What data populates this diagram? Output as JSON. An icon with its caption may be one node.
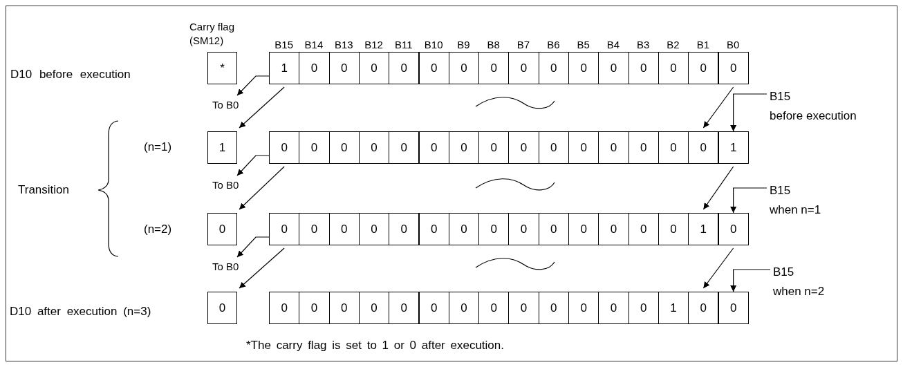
{
  "diagram": {
    "caption": "*The carry flag is set to 1 or 0 after execution.",
    "nodes": [
      {
        "text": [
          "*"
        ]
      },
      {
        "text": [
          "1"
        ]
      },
      {
        "text": [
          "0"
        ]
      },
      {
        "text": [
          "0"
        ]
      },
      {
        "text": [
          "0"
        ]
      },
      {
        "text": [
          "0"
        ]
      },
      {
        "text": [
          "0"
        ]
      },
      {
        "text": [
          "0"
        ]
      },
      {
        "text": [
          "0"
        ]
      },
      {
        "text": [
          "0"
        ]
      },
      {
        "text": [
          "0"
        ]
      },
      {
        "text": [
          "0"
        ]
      },
      {
        "text": [
          "0"
        ]
      },
      {
        "text": [
          "0"
        ]
      },
      {
        "text": [
          "0"
        ]
      },
      {
        "text": [
          "0"
        ]
      },
      {
        "text": [
          "0"
        ]
      },
      {
        "text": [
          "1"
        ]
      },
      {
        "text": [
          "0"
        ]
      },
      {
        "text": [
          "0"
        ]
      },
      {
        "text": [
          "0"
        ]
      },
      {
        "text": [
          "0"
        ]
      },
      {
        "text": [
          "0"
        ]
      },
      {
        "text": [
          "0"
        ]
      },
      {
        "text": [
          "0"
        ]
      },
      {
        "text": [
          "0"
        ]
      },
      {
        "text": [
          "0"
        ]
      },
      {
        "text": [
          "0"
        ]
      },
      {
        "text": [
          "0"
        ]
      },
      {
        "text": [
          "0"
        ]
      },
      {
        "text": [
          "0"
        ]
      },
      {
        "text": [
          "0"
        ]
      },
      {
        "text": [
          "0"
        ]
      },
      {
        "text": [
          "1"
        ]
      },
      {
        "text": [
          "0"
        ]
      },
      {
        "text": [
          "0"
        ]
      },
      {
        "text": [
          "0"
        ]
      },
      {
        "text": [
          "0"
        ]
      },
      {
        "text": [
          "0"
        ]
      },
      {
        "text": [
          "0"
        ]
      },
      {
        "text": [
          "0"
        ]
      },
      {
        "text": [
          "0"
        ]
      },
      {
        "text": [
          "0"
        ]
      },
      {
        "text": [
          "0"
        ]
      },
      {
        "text": [
          "0"
        ]
      },
      {
        "text": [
          "0"
        ]
      },
      {
        "text": [
          "0"
        ]
      },
      {
        "text": [
          "0"
        ]
      },
      {
        "text": [
          "0"
        ]
      },
      {
        "text": [
          "1"
        ]
      },
      {
        "text": [
          "0"
        ]
      },
      {
        "text": [
          "0"
        ]
      },
      {
        "text": [
          "0"
        ]
      },
      {
        "text": [
          "0"
        ]
      },
      {
        "text": [
          "0"
        ]
      },
      {
        "text": [
          "0"
        ]
      },
      {
        "text": [
          "0"
        ]
      },
      {
        "text": [
          "0"
        ]
      },
      {
        "text": [
          "0"
        ]
      },
      {
        "text": [
          "0"
        ]
      },
      {
        "text": [
          "0"
        ]
      },
      {
        "text": [
          "0"
        ]
      },
      {
        "text": [
          "0"
        ]
      },
      {
        "text": [
          "0"
        ]
      },
      {
        "text": [
          "0"
        ]
      },
      {
        "text": [
          "1"
        ]
      },
      {
        "text": [
          "0"
        ]
      },
      {
        "text": [
          "0"
        ]
      },
      {
        "text": [
          "To B0"
        ]
      },
      {
        "text": [
          "To B0"
        ]
      },
      {
        "text": [
          "To B0"
        ]
      },
      {
        "text": [
          "B15 before execution"
        ]
      },
      {
        "text": [
          "B15 when n=1"
        ]
      },
      {
        "text": [
          "B15 when n=2"
        ]
      }
    ],
    "edges": [
      {
        "from": 1,
        "to": 68,
        "arrow": "to"
      },
      {
        "from": 1,
        "to": 17,
        "arrow": "to"
      },
      {
        "from": 16,
        "to": 32,
        "arrow": "to"
      },
      {
        "from": 71,
        "to": 33,
        "arrow": "to"
      },
      {
        "from": 18,
        "to": 69,
        "arrow": "to"
      },
      {
        "from": 18,
        "to": 34,
        "arrow": "to"
      },
      {
        "from": 33,
        "to": 49,
        "arrow": "to"
      },
      {
        "from": 72,
        "to": 50,
        "arrow": "to"
      },
      {
        "from": 35,
        "to": 70,
        "arrow": "to"
      },
      {
        "from": 35,
        "to": 51,
        "arrow": "to"
      },
      {
        "from": 50,
        "to": 66,
        "arrow": "to"
      },
      {
        "from": 73,
        "to": 67,
        "arrow": "to"
      }
    ],
    "labels": [
      "Carry flag (SM12)",
      "B15",
      "B14",
      "B13",
      "B12",
      "B11",
      "B10",
      "B9",
      "B8",
      "B7",
      "B6",
      "B5",
      "B4",
      "B3",
      "B2",
      "B1",
      "B0",
      "D10 before execution",
      "Transition",
      "(n=1)",
      "(n=2)",
      "D10 after execution (n=3)"
    ]
  }
}
